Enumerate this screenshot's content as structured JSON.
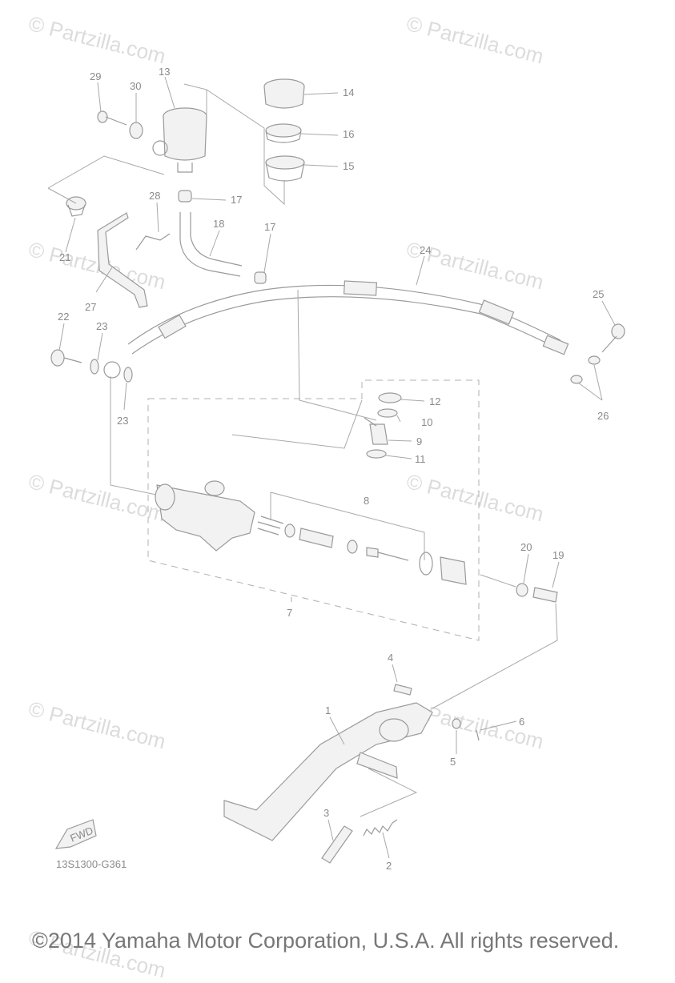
{
  "watermark": "© Partzilla.com",
  "diagram_code": "13S1300-G361",
  "fwd_label": "FWD",
  "copyright": "©2014 Yamaha Motor Corporation, U.S.A. All rights reserved.",
  "callouts": {
    "p1": "1",
    "p2": "2",
    "p3": "3",
    "p4": "4",
    "p5": "5",
    "p6": "6",
    "p7": "7",
    "p8": "8",
    "p9": "9",
    "p10": "10",
    "p11": "11",
    "p12": "12",
    "p13": "13",
    "p14": "14",
    "p15": "15",
    "p16": "16",
    "p17a": "17",
    "p17b": "17",
    "p18": "18",
    "p19": "19",
    "p20": "20",
    "p21": "21",
    "p22": "22",
    "p23a": "23",
    "p23b": "23",
    "p24": "24",
    "p25": "25",
    "p26": "26",
    "p27": "27",
    "p28": "28",
    "p29": "29",
    "p30": "30"
  }
}
